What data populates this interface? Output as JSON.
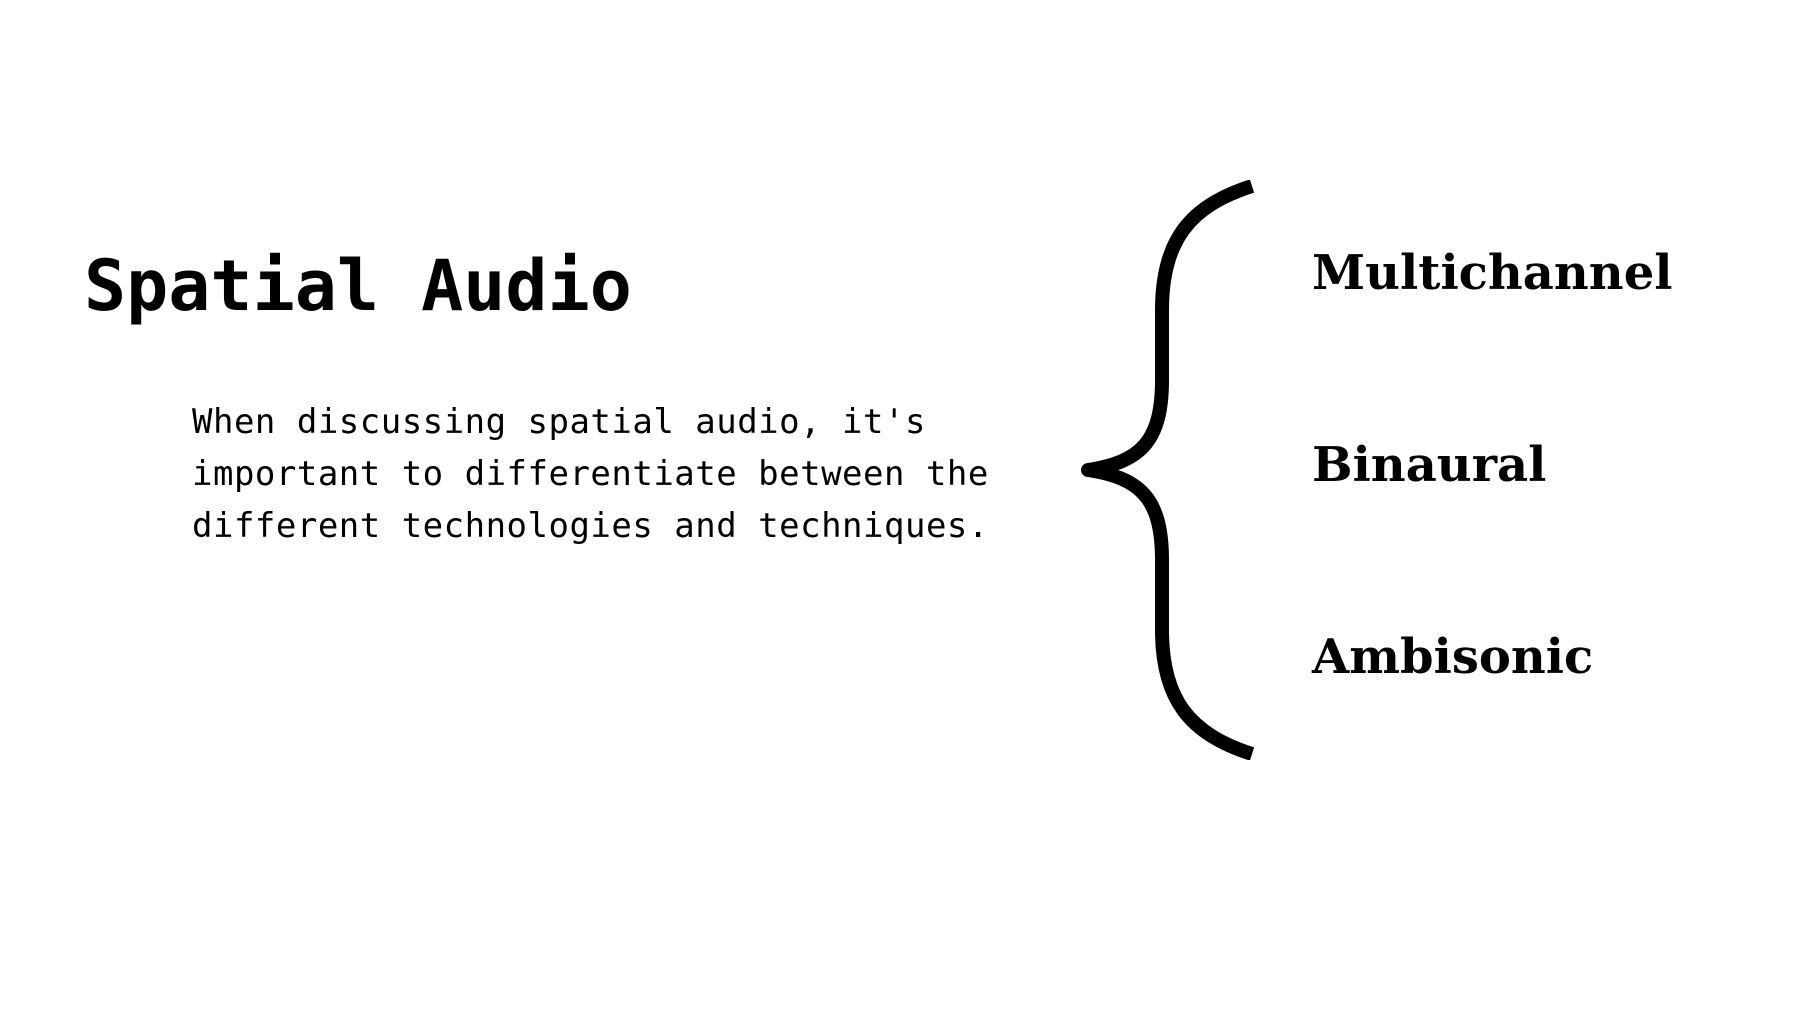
{
  "slide": {
    "title": "Spatial Audio",
    "description_lines": [
      "When discussing spatial audio, it's",
      "important to differentiate between the",
      "different technologies and techniques."
    ],
    "terms": [
      "Multichannel",
      "Binaural",
      "Ambisonic"
    ]
  },
  "colors": {
    "background": "#ffffff",
    "text": "#000000",
    "brace": "#000000"
  },
  "icons": {
    "brace": "curly-brace"
  }
}
